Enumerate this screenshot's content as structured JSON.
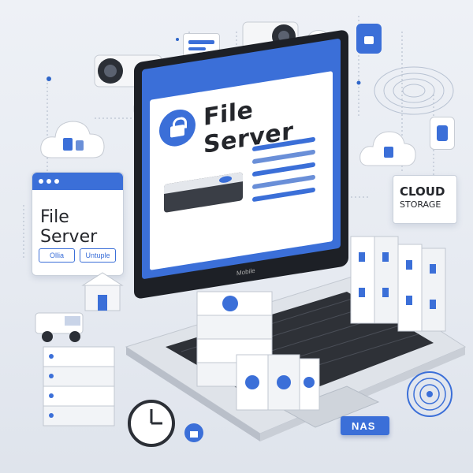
{
  "screen": {
    "title": "File Server",
    "brand": "Mobile"
  },
  "left_panel": {
    "title": "File Server",
    "btn1": "Ollia",
    "btn2": "Untuple"
  },
  "cloud_storage": {
    "line1": "CLOUD",
    "line2": "STORAGE"
  },
  "nas_badge": {
    "label": "NAS"
  },
  "colors": {
    "accent": "#3b6fd8",
    "laptop": "#d9dde3",
    "screen_bg": "#ffffff"
  },
  "icons": [
    "security-camera-icon",
    "cloud-icon",
    "lock-icon",
    "folder-icon",
    "clock-icon",
    "router-icon",
    "server-icon",
    "fingerprint-icon"
  ]
}
